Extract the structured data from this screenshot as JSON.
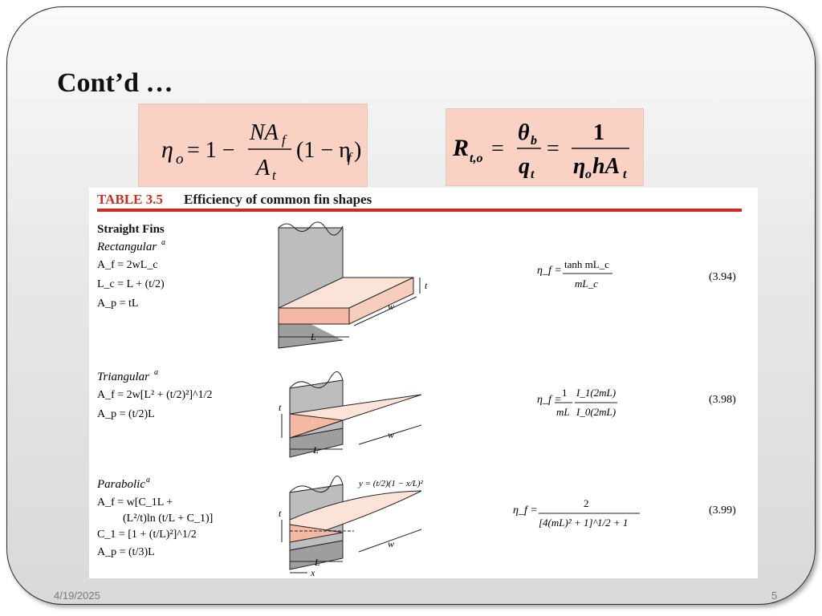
{
  "slide": {
    "title": "Cont’d …",
    "date": "4/19/2025",
    "page_number": "5"
  },
  "equations": {
    "overall_efficiency": {
      "lhs": "η",
      "lhs_sub": "o",
      "eq": "= 1 −",
      "num_main": "NA",
      "num_sub": "f",
      "den_main": "A",
      "den_sub": "t",
      "tail": "(1 − η",
      "tail_sub": "f",
      "tail_close": ")"
    },
    "thermal_resistance": {
      "lhs": "R",
      "lhs_sub": "t,o",
      "eq1": "=",
      "num1": "θ",
      "num1_sub": "b",
      "den1": "q",
      "den1_sub": "t",
      "eq2": "=",
      "num2": "1",
      "den2_main": "η",
      "den2_sub": "o",
      "den2_tail": "hA",
      "den2_tail_sub": "t"
    }
  },
  "table": {
    "label": "TABLE 3.5",
    "caption": "Efficiency of common fin shapes",
    "section": "Straight Fins",
    "rows": [
      {
        "name": "Rectangular",
        "sup": "a",
        "lines": [
          "A_f = 2wL_c",
          "L_c = L + (t/2)",
          "A_p = tL"
        ],
        "efficiency": {
          "lhs": "η_f =",
          "num": "tanh mL_c",
          "den": "mL_c"
        },
        "eq_number": "(3.94)",
        "fig_labels": [
          "t",
          "w",
          "L"
        ]
      },
      {
        "name": "Triangular",
        "sup": "a",
        "lines": [
          "A_f = 2w[L² + (t/2)²]^1/2",
          "A_p = (t/2)L"
        ],
        "efficiency": {
          "lhs": "η_f =",
          "coef_num": "1",
          "coef_den": "mL",
          "num": "I_1(2mL)",
          "den": "I_0(2mL)"
        },
        "eq_number": "(3.98)",
        "fig_labels": [
          "t",
          "w",
          "L"
        ]
      },
      {
        "name": "Parabolic",
        "sup": "a",
        "lines": [
          "A_f = w[C_1L +",
          "(L²/t)ln (t/L + C_1)]",
          "C_1 = [1 + (t/L)²]^1/2",
          "A_p = (t/3)L"
        ],
        "efficiency": {
          "lhs": "η_f =",
          "num": "2",
          "den": "[4(mL)² + 1]^1/2 + 1"
        },
        "eq_number": "(3.99)",
        "fig_labels": [
          "y = (t/2)(1 − x/L)²",
          "t",
          "w",
          "L",
          "x"
        ]
      }
    ]
  }
}
